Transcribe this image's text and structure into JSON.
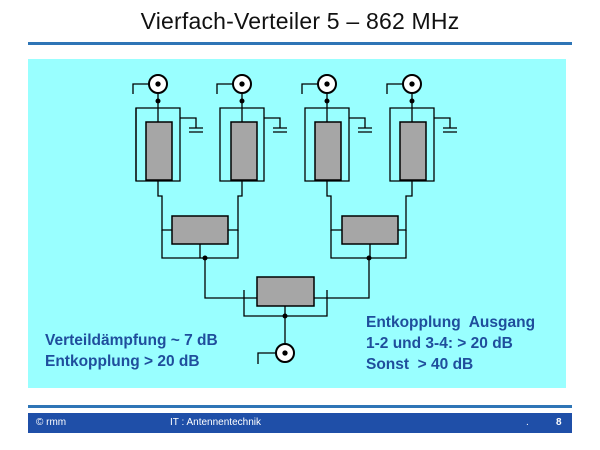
{
  "title": "Vierfach-Verteiler 5 – 862 MHz",
  "notes": {
    "left_line1": "Verteildämpfung ~ 7 dB",
    "left_line2": "Entkopplung > 20 dB",
    "right_line1": "Entkopplung  Ausgang",
    "right_line2": "1-2 und 3-4: > 20 dB",
    "right_line3": "Sonst  > 40 dB"
  },
  "footer": {
    "left": "© rmm",
    "center": "IT : Antennentechnik",
    "dot": ".",
    "page": "8"
  },
  "colors": {
    "title_rule": "#2e75b6",
    "panel": "#99ffff",
    "component_fill": "#a6a6a6",
    "text_blue": "#1f4e9c",
    "footer": "#1f4fa8"
  }
}
